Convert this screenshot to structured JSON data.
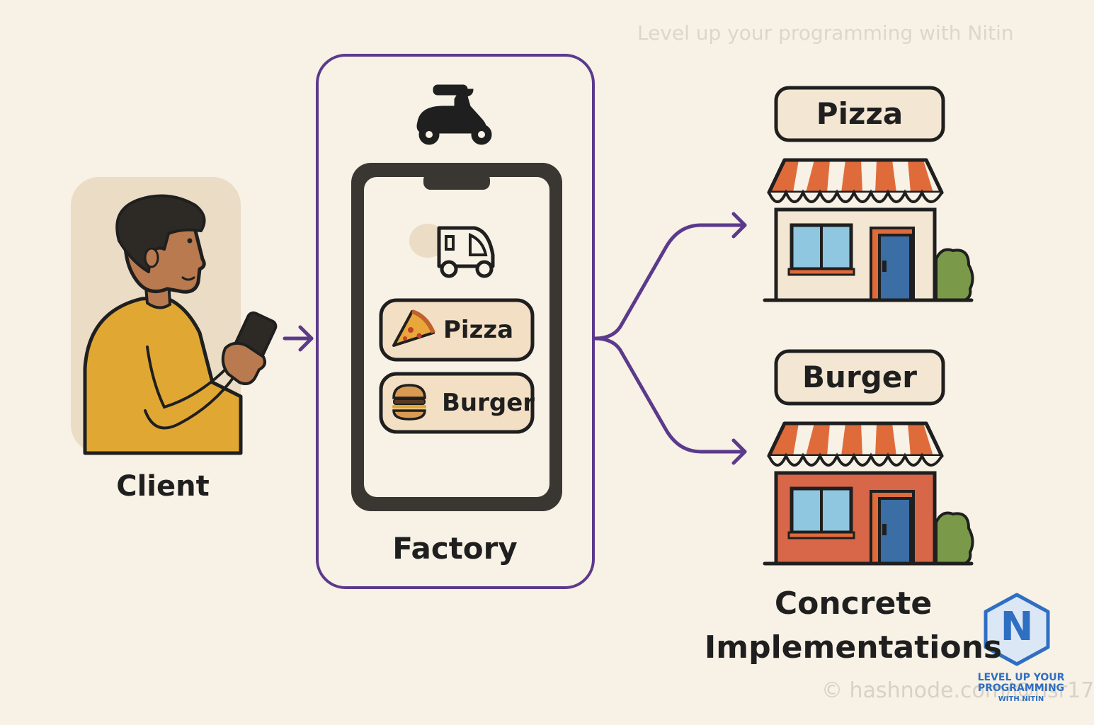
{
  "watermark": "Level up your programming with Nitin",
  "client": {
    "label": "Client"
  },
  "factory": {
    "label": "Factory",
    "options": [
      {
        "label": "Pizza",
        "icon": "pizza-slice-icon"
      },
      {
        "label": "Burger",
        "icon": "burger-icon"
      }
    ],
    "icons": [
      "scooter-icon",
      "delivery-van-icon",
      "smartphone-icon"
    ]
  },
  "implementations": {
    "label_line1": "Concrete",
    "label_line2": "Implementations",
    "stores": [
      {
        "label": "Pizza",
        "icon": "storefront-icon"
      },
      {
        "label": "Burger",
        "icon": "storefront-icon"
      }
    ]
  },
  "branding": {
    "logo_letter": "N",
    "line1": "LEVEL UP YOUR",
    "line2": "PROGRAMMING",
    "line3": "WITH NITIN",
    "copyright": "© hashnode.com/@nsr17"
  },
  "colors": {
    "background": "#f8f1e5",
    "arrow": "#5b3a8c",
    "shirt": "#e0a832",
    "awning": "#e06b3a",
    "door": "#3a6ea5",
    "window": "#8fc6e0",
    "bush": "#7a9a4a",
    "brand": "#2f6fc2"
  }
}
